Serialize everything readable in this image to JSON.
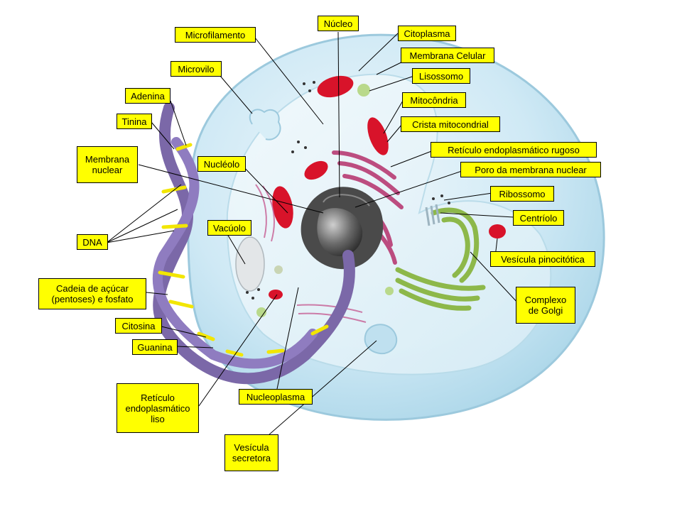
{
  "labels": {
    "nucleo": "Núcleo",
    "microfilamento": "Microfilamento",
    "citoplasma": "Citoplasma",
    "membrana_celular": "Membrana Celular",
    "microvilo": "Microvilo",
    "lisossomo": "Lisossomo",
    "adenina": "Adenina",
    "mitocondria": "Mitocôndria",
    "tinina": "Tinina",
    "crista_mitocondrial": "Crista mitocondrial",
    "membrana_nuclear": "Membrana\nnuclear",
    "nucleolo": "Nucléolo",
    "reticulo_rugoso": "Retículo endoplasmático rugoso",
    "poro_membrana_nuclear": "Poro da membrana nuclear",
    "ribossomo": "Ribossomo",
    "centriolo": "Centríolo",
    "vacuolo": "Vacúolo",
    "dna": "DNA",
    "vesicula_pinocitotica": "Vesícula pinocitótica",
    "cadeia_acucar": "Cadeia de açúcar\n(pentoses) e fosfato",
    "complexo_golgi": "Complexo\nde Golgi",
    "citosina": "Citosina",
    "guanina": "Guanina",
    "reticulo_liso": "Retículo\nendoplasmático\nliso",
    "nucleoplasma": "Nucleoplasma",
    "vesicula_secretora": "Vesícula\nsecretora"
  },
  "colors": {
    "label_bg": "#ffff00",
    "cell_fill": "#cfe9f5",
    "cell_edge": "#9cc9dd",
    "dna_strand": "#7b68a8",
    "dna_base": "#f2e600",
    "mitochondria": "#d8132a",
    "er_rough": "#b5306b",
    "golgi": "#8db84a",
    "nucleus_core": "#3a3a3a",
    "lysosome": "#b9d98b"
  }
}
